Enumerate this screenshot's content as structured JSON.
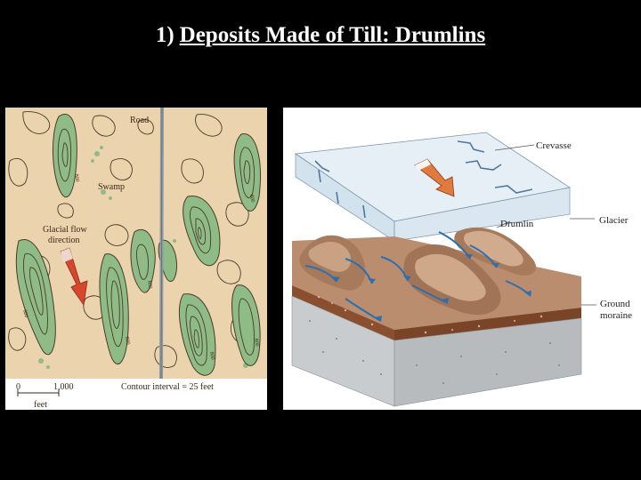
{
  "slide": {
    "number": "1)",
    "title": "Deposits Made of Till: Drumlins"
  },
  "map": {
    "labels": {
      "road": "Road",
      "swamp": "Swamp",
      "flow_line1": "Glacial flow",
      "flow_line2": "direction"
    },
    "contour_labels": [
      "800",
      "800",
      "800",
      "800",
      "800",
      "800",
      "800"
    ],
    "scale": {
      "zero": "0",
      "max": "1,000",
      "unit": "feet",
      "contour_interval": "Contour interval = 25 feet"
    },
    "colors": {
      "background": "#ead3ad",
      "drumlin_fill": "#8fbb86",
      "contour_line": "#4a3b2c",
      "road": "#8e9aa4",
      "arrow": "#d9472b"
    }
  },
  "block": {
    "labels": {
      "crevasse": "Crevasse",
      "drumlin": "Drumlin",
      "glacier": "Glacier",
      "ground_moraine_line1": "Ground",
      "ground_moraine_line2": "moraine"
    },
    "colors": {
      "ice": "#dbe8f2",
      "till_surface": "#b98d6d",
      "bedrock": "#c9ccce",
      "flow_arrows": "#2b6fb0"
    }
  }
}
